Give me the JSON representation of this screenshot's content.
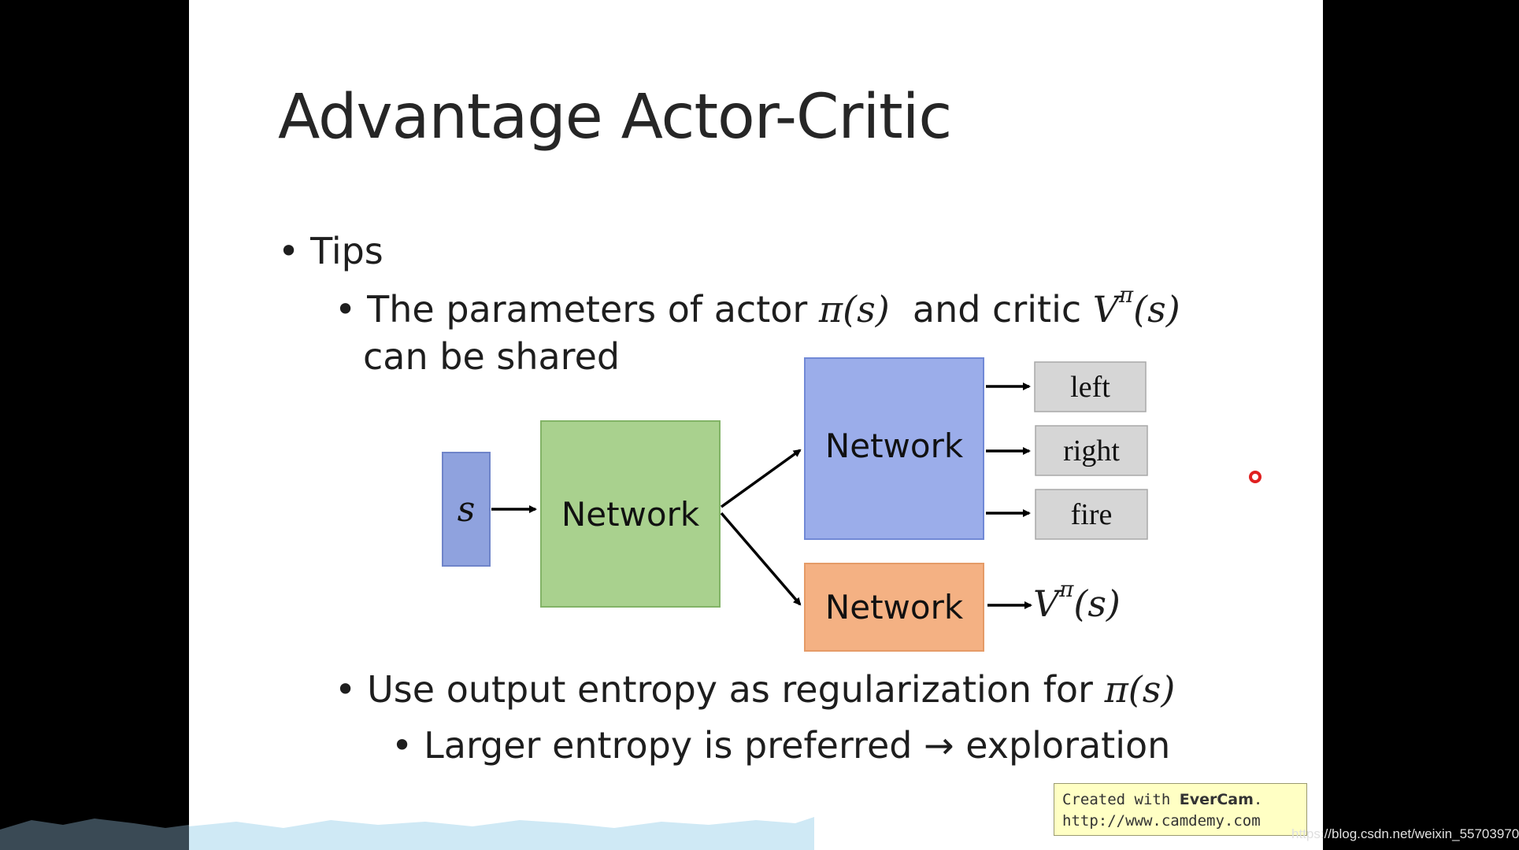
{
  "slide": {
    "title": "Advantage Actor-Critic",
    "bullet1": "Tips",
    "bullet2_line1_prefix": "The parameters of actor ",
    "bullet2_actor_math": "π(s)",
    "bullet2_mid": "  and critic ",
    "bullet2_critic_base": "V",
    "bullet2_critic_sup": "π",
    "bullet2_critic_arg": "(s)",
    "bullet2_line2": "can be shared",
    "bullet3_prefix": "Use output entropy as regularization for ",
    "bullet3_math": "π(s)",
    "bullet4": "Larger entropy is preferred → exploration",
    "bullet_symbol": "•"
  },
  "diagram": {
    "input_label": "s",
    "shared_network_label": "Network",
    "actor_network_label": "Network",
    "critic_network_label": "Network",
    "actions": [
      "left",
      "right",
      "fire"
    ],
    "critic_output_base": "V",
    "critic_output_sup": "π",
    "critic_output_arg": "(s)",
    "colors": {
      "input_box": "#8fa2de",
      "shared_network": "#a9d18e",
      "actor_network": "#9badea",
      "critic_network": "#f4b183",
      "action_box": "#d6d6d6"
    }
  },
  "watermark": {
    "prefix": "Created with ",
    "brand": "EverCam",
    "suffix": ".",
    "url": "http://www.camdemy.com"
  },
  "source_credit": "https://blog.csdn.net/weixin_55703970"
}
